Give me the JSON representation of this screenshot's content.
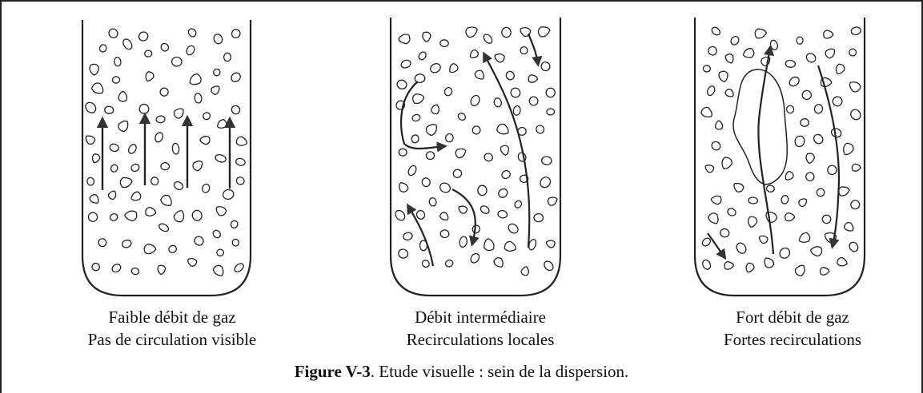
{
  "figure": {
    "label": "Figure V-3",
    "text": ". Etude visuelle : sein de la dispersion."
  },
  "columns": [
    {
      "line1": "Faible débit de gaz",
      "line2": "Pas de circulation visible"
    },
    {
      "line1": "Débit intermédiaire",
      "line2": "Recirculations locales"
    },
    {
      "line1": "Fort débit de gaz",
      "line2": "Fortes recirculations"
    }
  ],
  "colors": {
    "ink": "#222222",
    "arrow": "#333333"
  }
}
